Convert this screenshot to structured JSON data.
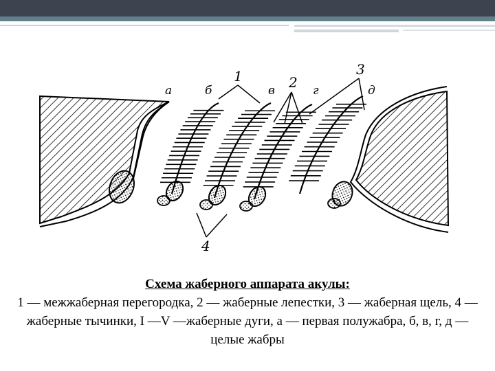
{
  "diagram": {
    "labels": {
      "a": "а",
      "b": "б",
      "v": "в",
      "g": "г",
      "d": "д",
      "n1": "1",
      "n2": "2",
      "n3": "3",
      "n4": "4"
    }
  },
  "caption": {
    "title": "Схема  жаберного аппарата акулы:",
    "body": "1 — межжаберная   перегородка, 2 — жаберные лепестки, 3 — жаберная щель,  4 — жаберные тычинки, I —V —жаберные дуги, а — первая полужабра, б, в, г, д — целые жабры"
  },
  "colors": {
    "header_dark": "#3d4450",
    "header_accent": "#62808c",
    "ink": "#000000"
  }
}
